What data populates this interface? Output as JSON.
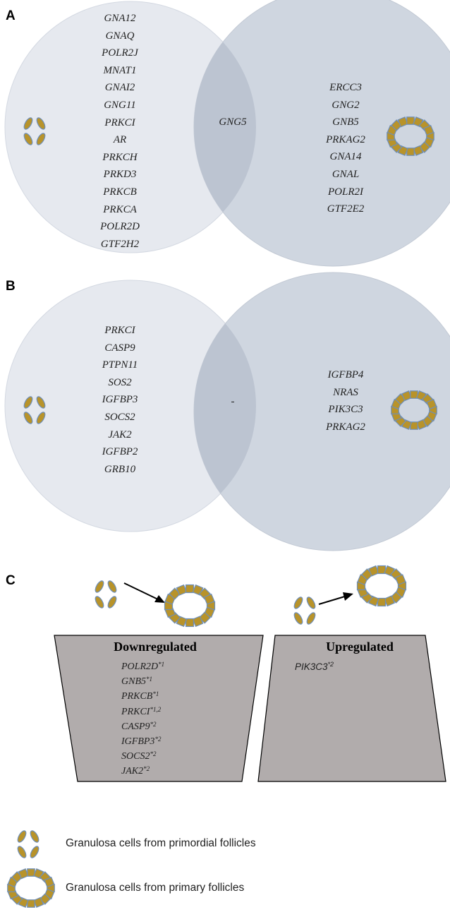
{
  "panel_labels": {
    "a": "A",
    "b": "B",
    "c": "C"
  },
  "venn_a": {
    "left_genes": [
      "GNA12",
      "GNAQ",
      "POLR2J",
      "MNAT1",
      "GNAI2",
      "GNG11",
      "PRKCI",
      "AR",
      "PRKCH",
      "PRKD3",
      "PRKCB",
      "PRKCA",
      "POLR2D",
      "GTF2H2"
    ],
    "overlap_genes": [
      "GNG5"
    ],
    "right_genes": [
      "ERCC3",
      "GNG2",
      "GNB5",
      "PRKAG2",
      "GNA14",
      "GNAL",
      "POLR2I",
      "GTF2E2"
    ]
  },
  "venn_b": {
    "left_genes": [
      "PRKCI",
      "CASP9",
      "PTPN11",
      "SOS2",
      "IGFBP3",
      "SOCS2",
      "JAK2",
      "IGFBP2",
      "GRB10"
    ],
    "overlap_genes": [
      "-"
    ],
    "right_genes": [
      "IGFBP4",
      "NRAS",
      "PIK3C3",
      "PRKAG2"
    ]
  },
  "panel_c": {
    "downregulated": {
      "title": "Downregulated",
      "genes": [
        {
          "name": "POLR2D",
          "sup": "*1"
        },
        {
          "name": "GNB5",
          "sup": "*1"
        },
        {
          "name": "PRKCB",
          "sup": "*1"
        },
        {
          "name": "PRKCI",
          "sup": "*1,2"
        },
        {
          "name": "CASP9",
          "sup": "*2"
        },
        {
          "name": "IGFBP3",
          "sup": "*2"
        },
        {
          "name": "SOCS2",
          "sup": "*2"
        },
        {
          "name": "JAK2",
          "sup": "*2"
        }
      ]
    },
    "upregulated": {
      "title": "Upregulated",
      "genes": [
        {
          "name": "PIK3C3",
          "sup": "*2"
        }
      ]
    }
  },
  "legend": {
    "primordial": "Granulosa cells from primordial follicles",
    "primary": "Granulosa cells from primary follicles"
  },
  "colors": {
    "circle_left": "#e6e9ef",
    "circle_right": "#cfd6e0",
    "circle_overlap": "#bcc4d1",
    "cell_fill": "#b8932a",
    "cell_stroke": "#6f8fb8",
    "trapezoid_fill": "#b1acac"
  },
  "icons": [
    "primordial-follicle-icon",
    "primary-follicle-icon",
    "arrow-icon"
  ]
}
